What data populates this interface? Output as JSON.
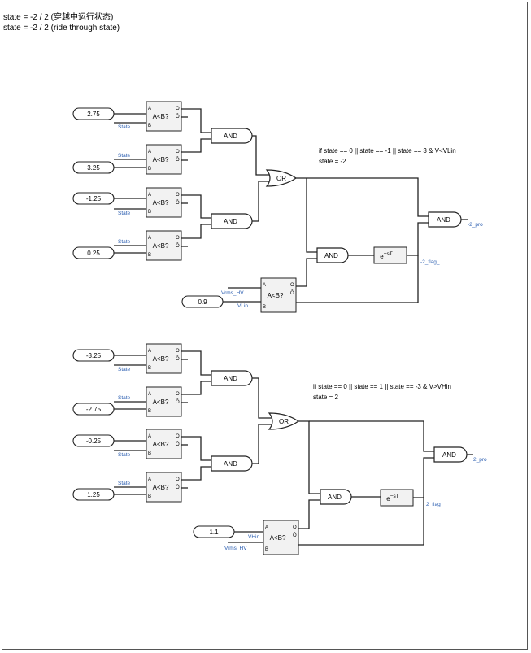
{
  "header": {
    "line1": "state = -2 / 2 (穿越中运行状态)",
    "line2": "state = -2 / 2 (ride through state)"
  },
  "top_group": {
    "constants": [
      "2.75",
      "3.25",
      "-1.25",
      "0.25",
      "0.9"
    ],
    "comparator_label": "A<B?",
    "port_a": "A",
    "port_b": "B",
    "port_o": "O",
    "port_obar": "Ō",
    "signal_labels": [
      "State",
      "State",
      "State",
      "State"
    ],
    "vrms_label": "Vrms_HV",
    "vlim_label": "VLin",
    "and_label": "AND",
    "or_label": "OR",
    "delay_label": "e",
    "delay_sup": "−sT",
    "note_line1": "if state == 0 || state == -1 || state == 3 & V<VLin",
    "note_line2": "state = -2",
    "flag_label": "-2_flag_",
    "pro_label": "-2_pro"
  },
  "bottom_group": {
    "constants": [
      "-3.25",
      "-2.75",
      "-0.25",
      "1.25",
      "1.1"
    ],
    "signal_labels": [
      "State",
      "State",
      "State",
      "State"
    ],
    "vhin_label": "VHin",
    "vrms_label": "Vrms_HV",
    "note_line1": "if state == 0 || state == 1 || state == -3 & V>VHin",
    "note_line2": "state = 2",
    "flag_label": "2_flag_",
    "pro_label": "2_pro"
  }
}
